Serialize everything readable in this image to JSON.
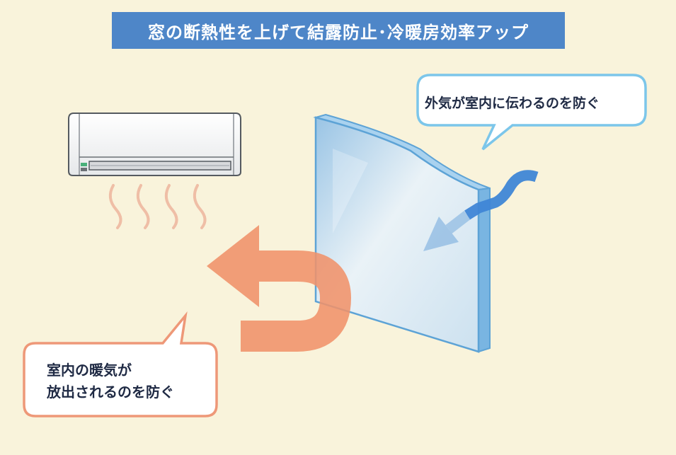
{
  "title": "窓の断熱性を上げて結露防止･冷暖房効率アップ",
  "callouts": {
    "outside": "外気が室内に伝わるのを防ぐ",
    "inside_line1": "室内の暖気が",
    "inside_line2": "放出されるのを防ぐ"
  },
  "icons": {
    "air_conditioner": "air-conditioner-icon",
    "warm_air": "warm-air-waves-icon",
    "cold_air": "cold-air-arrow-icon",
    "warm_return": "warm-air-return-arrow-icon",
    "window": "window-glass-icon"
  },
  "colors": {
    "background": "#f9f3db",
    "banner": "#4e86c8",
    "warm": "#f0926a",
    "cold": "#3f86d6",
    "glass_edge": "#5da3d6",
    "outside_bubble_border": "#7cc6ea",
    "inside_bubble_border": "#ee9878"
  }
}
